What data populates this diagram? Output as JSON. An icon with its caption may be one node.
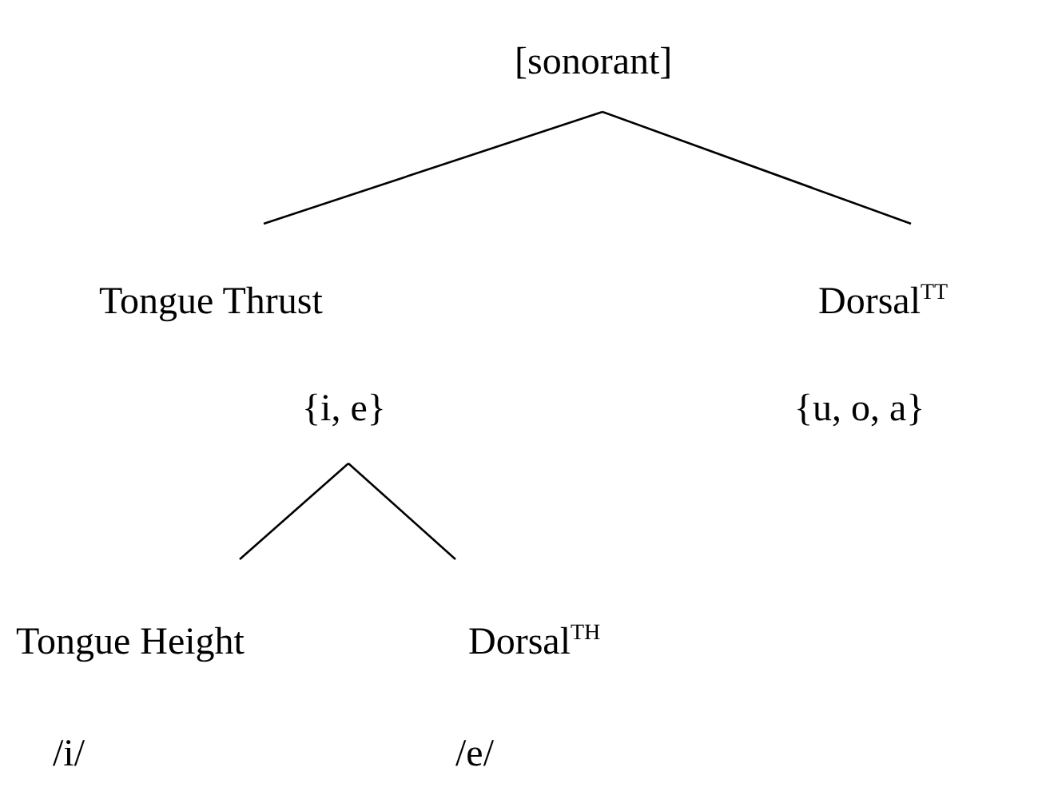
{
  "diagram": {
    "nodes": [
      {
        "text": [
          "[sonorant]"
        ]
      },
      {
        "text": [
          "Tongue Thrust"
        ],
        "beside": [
          "{i, e}"
        ]
      },
      {
        "text": [
          "Dorsal$^{TT}$"
        ],
        "beside": [
          "{u, o, a}"
        ]
      },
      {
        "text": [
          "Tongue Height"
        ],
        "beside": [
          "/i/"
        ]
      },
      {
        "text": [
          "Dorsal$^{TH}$"
        ],
        "beside": [
          "/e/"
        ]
      }
    ],
    "edges": [
      {
        "from": 0,
        "to": 1,
        "arrow": "none"
      },
      {
        "from": 0,
        "to": 2,
        "arrow": "none"
      },
      {
        "from": 1,
        "to": 3,
        "arrow": "none"
      },
      {
        "from": 1,
        "to": 4,
        "arrow": "none"
      }
    ]
  }
}
